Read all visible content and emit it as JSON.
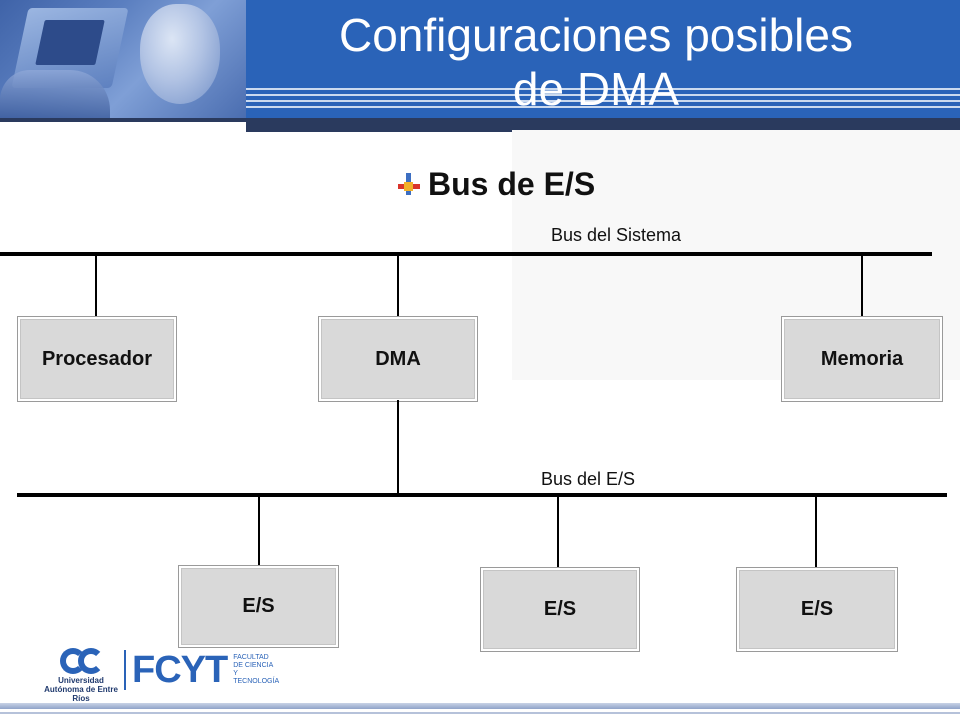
{
  "slide": {
    "title_line1": "Configuraciones posibles",
    "title_line2": "de DMA",
    "subtitle": "Bus de E/S"
  },
  "diagram": {
    "system_bus_label": "Bus del Sistema",
    "io_bus_label": "Bus del E/S",
    "top_nodes": [
      "Procesador",
      "DMA",
      "Memoria"
    ],
    "io_nodes": [
      "E/S",
      "E/S",
      "E/S"
    ]
  },
  "footer": {
    "university_logo_text": "Universidad Autónoma de Entre Ríos",
    "faculty_logo_text": "FCYT",
    "faculty_logo_subtext": "FACULTAD DE CIENCIA Y TECNOLOGÍA"
  },
  "colors": {
    "header_blue": "#2a63b8",
    "box_fill": "#d9d9d9",
    "line": "#000000"
  }
}
